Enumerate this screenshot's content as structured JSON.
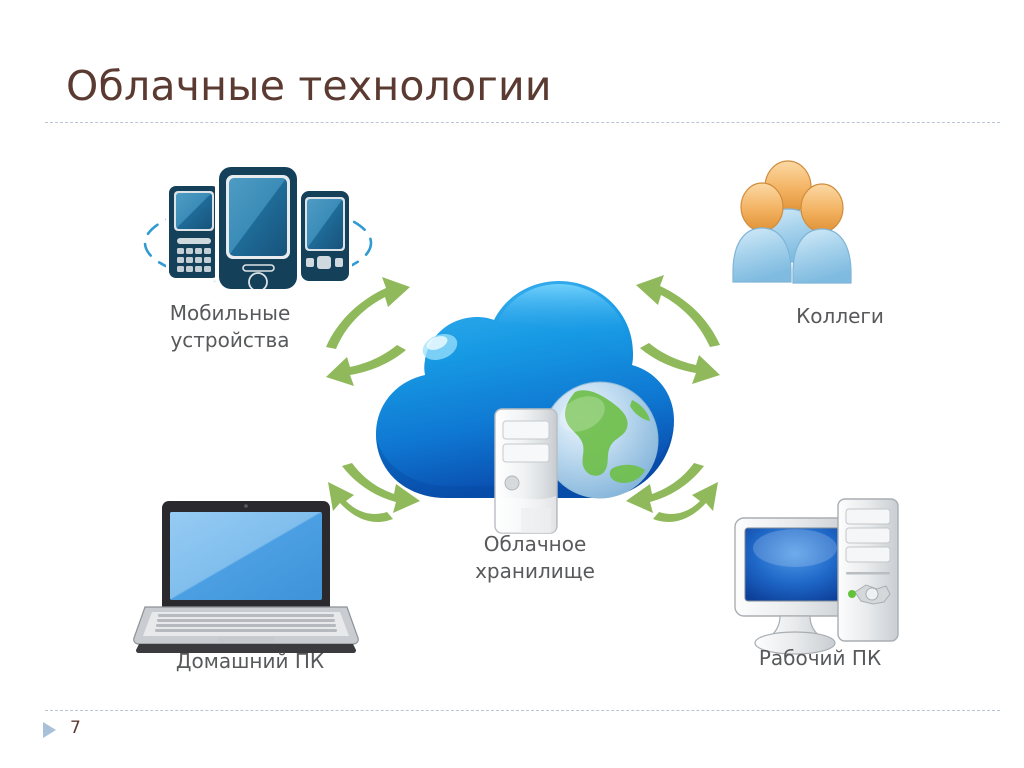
{
  "slide": {
    "title": "Облачные технологии",
    "page_number": "7",
    "page_marker_icon": "play-triangle-icon",
    "background_color": "#ffffff",
    "title_color": "#5b3b31",
    "label_color": "#58595b",
    "rule_color": "#b9c5d4"
  },
  "diagram": {
    "type": "hub-and-spoke",
    "center": {
      "label": "Облачное\nхранилище",
      "icon": "cloud-storage-icon",
      "colors": {
        "cloud": "#1a8fe0",
        "cloud_dark": "#0b5fba",
        "globe_ocean": "#bcd9ef",
        "globe_land": "#6fbf4a",
        "server": "#e9ebed"
      }
    },
    "nodes": [
      {
        "id": "mobile",
        "label": "Мобильные\nустройства",
        "icon": "mobile-devices-icon",
        "position": "top-left",
        "connector": "double-arrow",
        "colors": {
          "device": "#15405a",
          "screen": "#2f87b5",
          "ring": "#2f9bd0"
        }
      },
      {
        "id": "colleagues",
        "label": "Коллеги",
        "icon": "colleagues-icon",
        "position": "top-right",
        "connector": "double-arrow",
        "colors": {
          "head": "#f3b567",
          "body": "#a9d4ec"
        }
      },
      {
        "id": "home-pc",
        "label": "Домашний ПК",
        "icon": "laptop-icon",
        "position": "bottom-left",
        "connector": "double-arrow",
        "colors": {
          "screen": "#57a9e8",
          "body": "#d6d8da",
          "frame": "#2a2a2e"
        }
      },
      {
        "id": "work-pc",
        "label": "Рабочий ПК",
        "icon": "desktop-pc-icon",
        "position": "bottom-right",
        "connector": "double-arrow",
        "colors": {
          "screen": "#1560c0",
          "body": "#e6e8ea"
        }
      }
    ],
    "connector_color": "#8fb95a"
  }
}
